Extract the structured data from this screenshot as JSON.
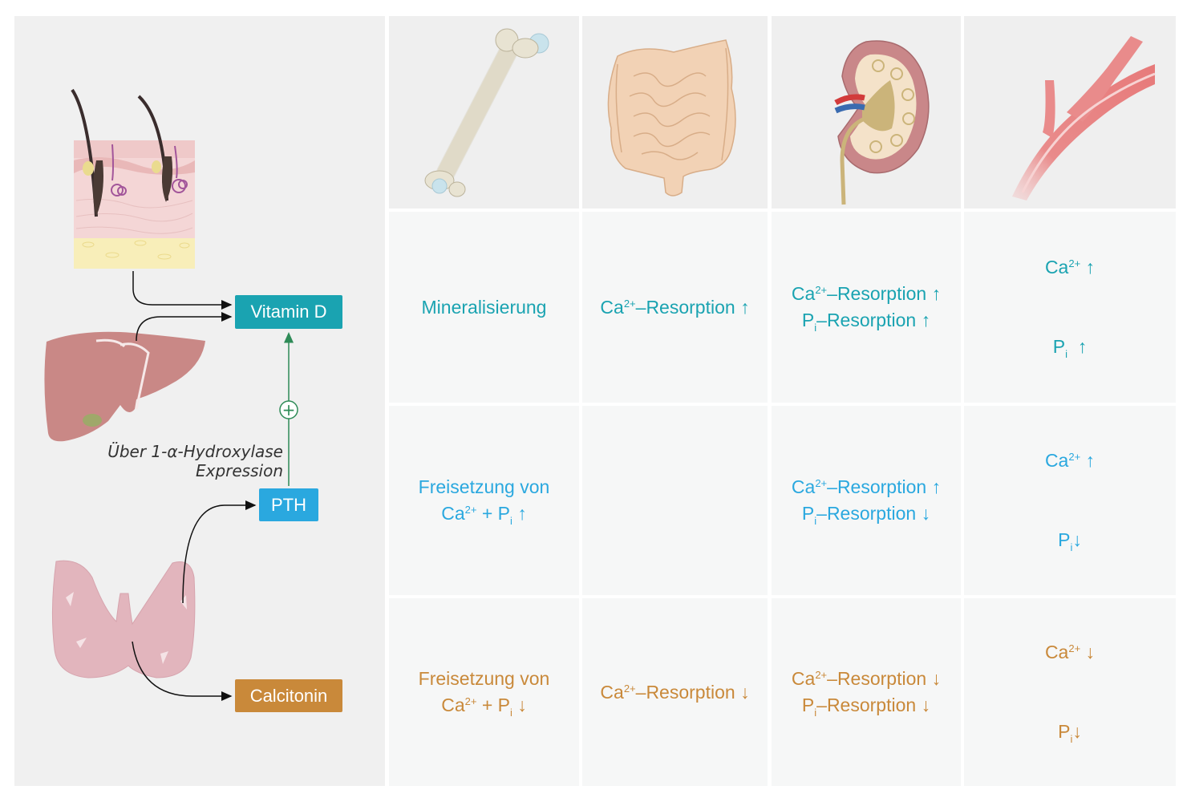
{
  "hormones": {
    "vitamin_d": "Vitamin D",
    "pth": "PTH",
    "calcitonin": "Calcitonin"
  },
  "annotation": {
    "line1": "Über 1-α-Hydroxylase",
    "line2": "Expression",
    "plus_symbol": "+"
  },
  "organs": [
    "bone-icon",
    "intestine-icon",
    "kidney-icon",
    "blood-vessel-icon"
  ],
  "colors": {
    "vitamin_d": "#1aa3b1",
    "pth": "#2aa8df",
    "calcitonin": "#c9893a",
    "stimulation_arrow": "#2e8b57"
  },
  "rows": {
    "vitamin_d": {
      "bone": "Mineralisierung",
      "intestine": {
        "ion": "Ca",
        "charge": "2+",
        "rest": "–Resorption ↑"
      },
      "kidney": [
        {
          "ion": "Ca",
          "charge": "2+",
          "rest": "–Resorption ↑"
        },
        {
          "ion": "P",
          "sub": "i",
          "rest": "–Resorption ↑"
        }
      ],
      "blood": [
        {
          "ion": "Ca",
          "charge": "2+",
          "rest": " ↑"
        },
        {
          "ion": "P",
          "sub": "i",
          "rest": "  ↑"
        }
      ]
    },
    "pth": {
      "bone": {
        "line1": "Freisetzung von",
        "ion1": "Ca",
        "charge1": "2+",
        "plus": " + ",
        "ion2": "P",
        "sub2": "i",
        "rest": " ↑"
      },
      "intestine": "",
      "kidney": [
        {
          "ion": "Ca",
          "charge": "2+",
          "rest": "–Resorption ↑"
        },
        {
          "ion": "P",
          "sub": "i",
          "rest": "–Resorption ↓"
        }
      ],
      "blood": [
        {
          "ion": "Ca",
          "charge": "2+",
          "rest": " ↑"
        },
        {
          "ion": "P",
          "sub": "i",
          "rest": "↓"
        }
      ]
    },
    "calcitonin": {
      "bone": {
        "line1": "Freisetzung von",
        "ion1": "Ca",
        "charge1": "2+",
        "plus": " + ",
        "ion2": "P",
        "sub2": "i",
        "rest": " ↓"
      },
      "intestine": {
        "ion": "Ca",
        "charge": "2+",
        "rest": "–Resorption ↓"
      },
      "kidney": [
        {
          "ion": "Ca",
          "charge": "2+",
          "rest": "–Resorption ↓"
        },
        {
          "ion": "P",
          "sub": "i",
          "rest": "–Resorption ↓"
        }
      ],
      "blood": [
        {
          "ion": "Ca",
          "charge": "2+",
          "rest": " ↓"
        },
        {
          "ion": "P",
          "sub": "i",
          "rest": "↓"
        }
      ]
    }
  }
}
